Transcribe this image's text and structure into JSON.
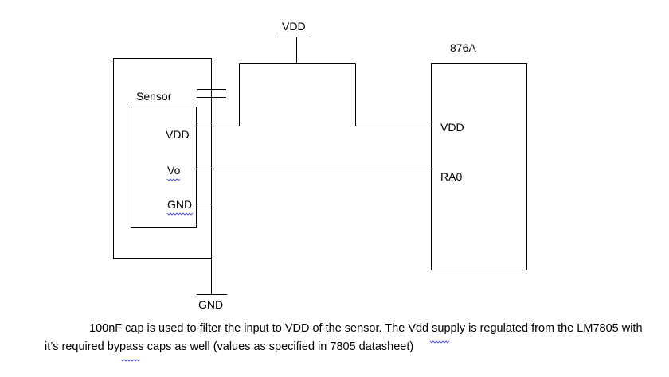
{
  "labels": {
    "vdd_top": "VDD",
    "mcu_name": "876A",
    "sensor_name": "Sensor",
    "sensor_vdd": "VDD",
    "sensor_vo": "Vo",
    "sensor_gnd": "GND",
    "mcu_vdd": "VDD",
    "mcu_ra0": "RA0",
    "gnd_bottom": "GND"
  },
  "caption": "100nF cap is used to filter the input to VDD of the sensor. The Vdd supply is regulated from the LM7805 with it’s required bypass caps as well (values as specified in 7805 datasheet)",
  "colors": {
    "line": "#000000",
    "text": "#000000",
    "spellcheck": "#3a3ad0"
  }
}
